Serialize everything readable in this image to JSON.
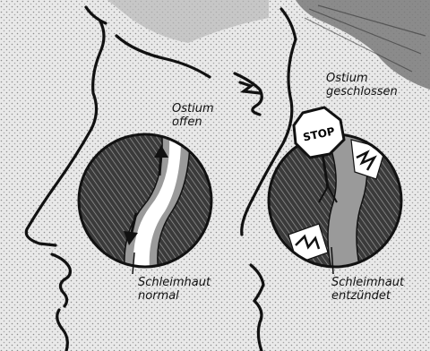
{
  "labels": {
    "left_top_line1": "Ostium",
    "left_top_line2": "offen",
    "left_bottom_line1": "Schleimhaut",
    "left_bottom_line2": "normal",
    "right_top_line1": "Ostium",
    "right_top_line2": "geschlossen",
    "right_bottom_line1": "Schleimhaut",
    "right_bottom_line2": "entzündet",
    "stop_sign": "STOP"
  },
  "colors": {
    "background": "#e9e9e9",
    "ink": "#111111",
    "tissue": "#2b2b2b",
    "mucosa": "#9a9a9a",
    "channel": "#ffffff"
  },
  "icons": [
    "up-arrow-icon",
    "down-arrow-icon",
    "stop-sign-icon",
    "lightning-icon"
  ]
}
